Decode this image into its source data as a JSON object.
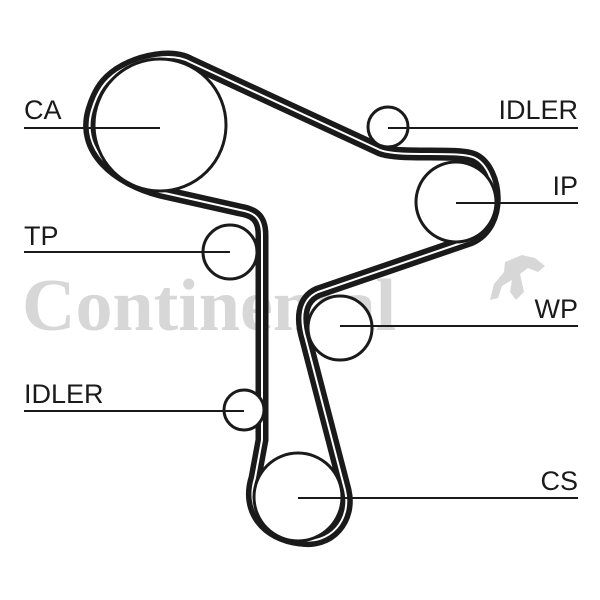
{
  "watermark": {
    "text": "Continental"
  },
  "labels": {
    "ca": "CA",
    "idler_top": "IDLER",
    "ip": "IP",
    "tp": "TP",
    "wp": "WP",
    "idler_bottom": "IDLER",
    "cs": "CS"
  },
  "colors": {
    "belt": "#1a1a1a",
    "watermark": "#d7d7d7"
  }
}
